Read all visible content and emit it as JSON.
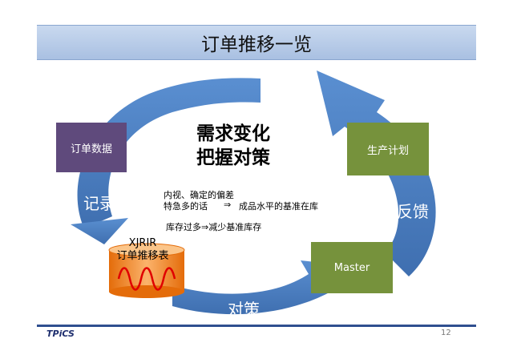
{
  "title": "订单推移一览",
  "center": {
    "line1": "需求变化",
    "line2": "把握对策"
  },
  "boxes": {
    "order_data": "订单数据",
    "production_plan": "生产计划",
    "master": "Master"
  },
  "arrows": {
    "left": "记录",
    "right": "反馈",
    "bottom": "对策"
  },
  "database": {
    "line1": "XJRIR",
    "line2": "订单推移表"
  },
  "notes": {
    "deviation": "内视、确定的偏差",
    "urgent": "特急多的话",
    "implies": "⇒",
    "inventory_standard": "成品水平的基准在库",
    "overstock": "库存过多⇒减少基准库存"
  },
  "footer": {
    "logo": "TPiCS",
    "page": "12"
  },
  "colors": {
    "arrow": "#4f81bd",
    "purple_box": "#5f4a7c",
    "green_box": "#76923c",
    "db_fill": "#f79646",
    "wave": "#e00000"
  }
}
